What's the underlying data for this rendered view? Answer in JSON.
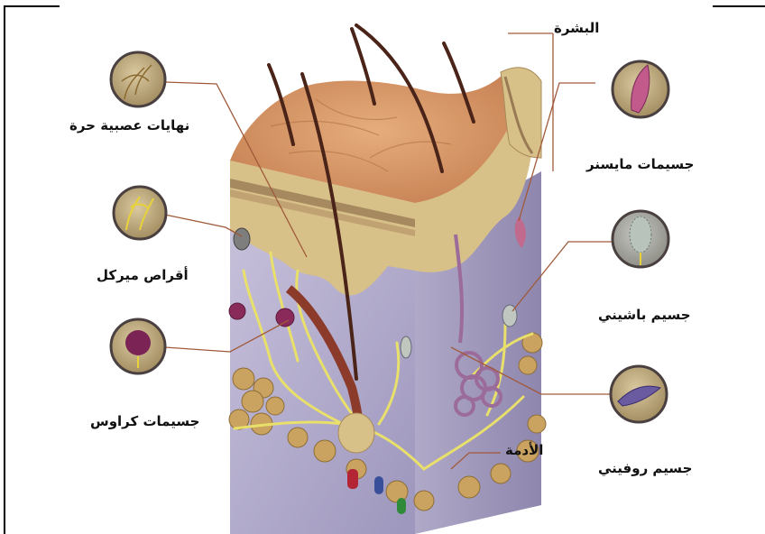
{
  "labels": {
    "free_nerve_endings": "نهايات عصبية حرة",
    "merkel_discs": "أقراص ميركل",
    "krause_corpuscles": "جسيمات كراوس",
    "epidermis": "البشرة",
    "meissner_corpuscles": "جسيمات مايسنر",
    "pacinian_corpuscle": "جسيم باشيني",
    "ruffini_corpuscle": "جسيم روفيني",
    "dermis": "الأدمة"
  },
  "colors": {
    "skin_surface": "#d99a6a",
    "epidermis_layer": "#d8c189",
    "dermis_side": "#b9b3cf",
    "nerve": "#e8e06a",
    "hair": "#4a2418",
    "inset_ring": "#4a4040",
    "leader_line": "#a05a3a"
  }
}
